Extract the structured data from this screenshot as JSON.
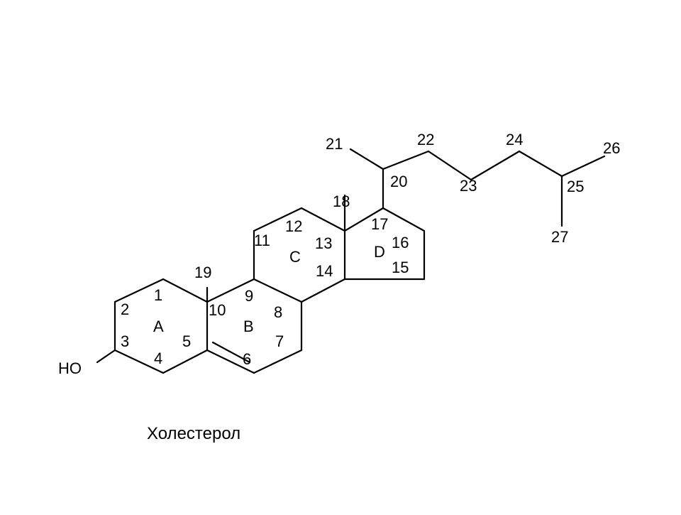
{
  "atom_numbers": [
    "1",
    "2",
    "3",
    "4",
    "5",
    "6",
    "7",
    "8",
    "9",
    "10",
    "11",
    "12",
    "13",
    "14",
    "15",
    "16",
    "17",
    "18",
    "19",
    "20",
    "21",
    "22",
    "23",
    "24",
    "25",
    "26",
    "27"
  ],
  "ring_labels": [
    "A",
    "B",
    "C",
    "D"
  ],
  "substituent": "HO",
  "caption": "Холестерол",
  "colors": {
    "line": "#000000",
    "background": "#ffffff"
  }
}
